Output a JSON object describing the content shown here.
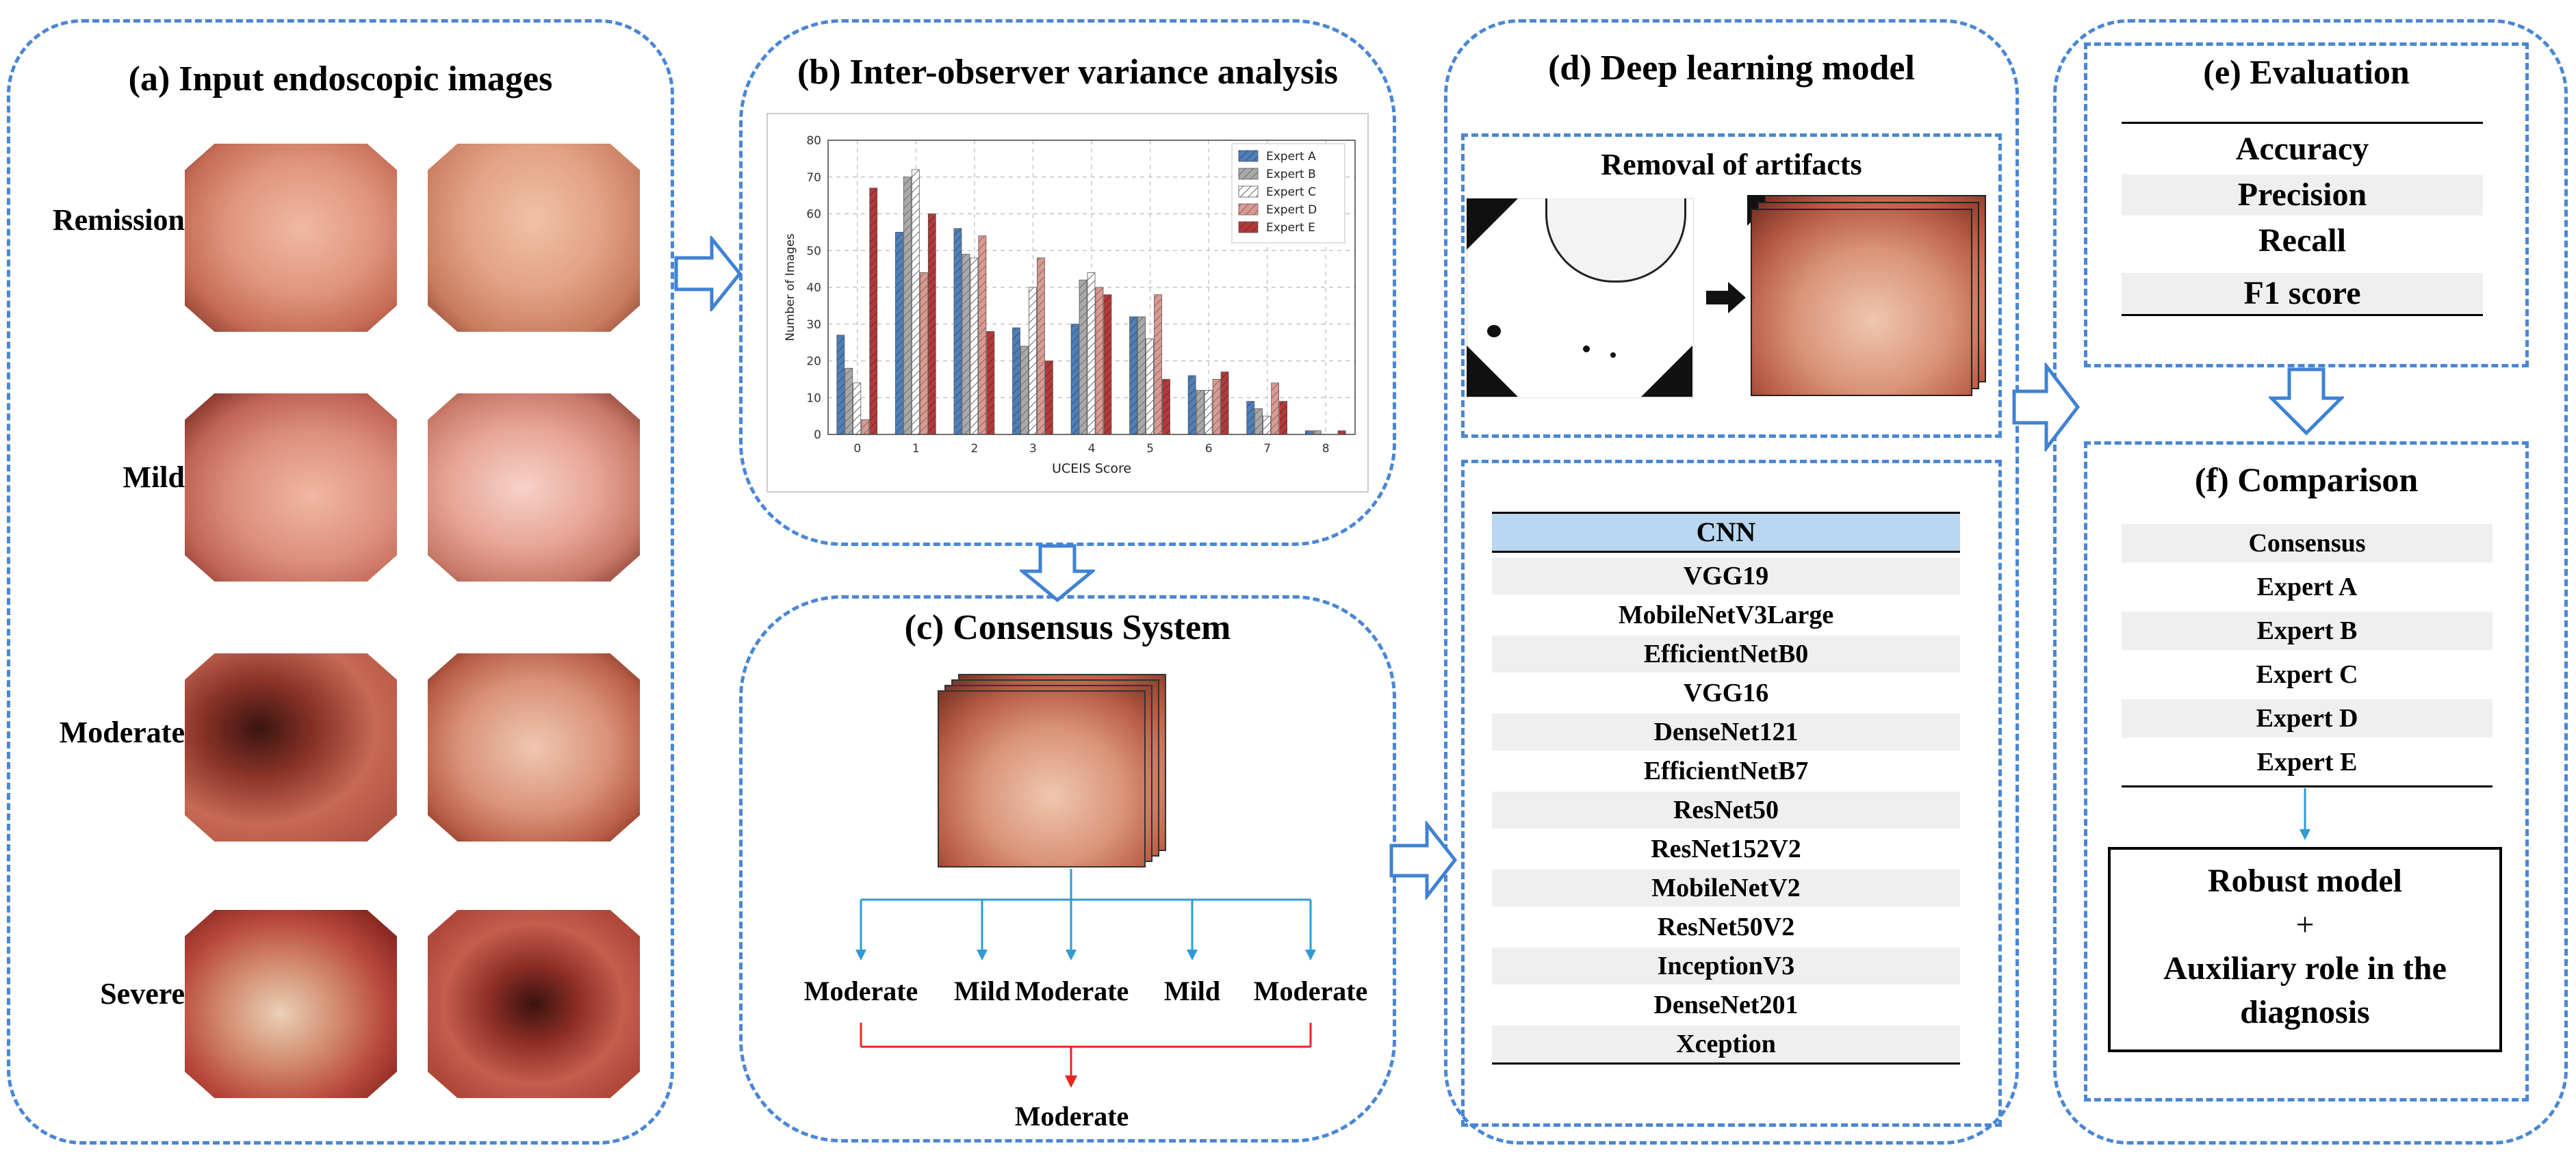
{
  "panels": {
    "a": {
      "title": "(a) Input endoscopic images",
      "rows": [
        "Remission",
        "Mild",
        "Moderate",
        "Severe"
      ]
    },
    "b": {
      "title": "(b) Inter-observer variance analysis"
    },
    "c": {
      "title": "(c) Consensus System",
      "votes": [
        "Moderate",
        "Mild",
        "Moderate",
        "Mild",
        "Moderate"
      ],
      "result": "Moderate",
      "vote_color": "#2e9bd6",
      "result_color": "#e8241e"
    },
    "d": {
      "title": "(d) Deep learning model",
      "artifacts_title": "Removal of artifacts",
      "table_header": "CNN",
      "table_header_color": "#b9d7f0",
      "models": [
        "VGG19",
        "MobileNetV3Large",
        "EfficientNetB0",
        "VGG16",
        "DenseNet121",
        "EfficientNetB7",
        "ResNet50",
        "ResNet152V2",
        "MobileNetV2",
        "ResNet50V2",
        "InceptionV3",
        "DenseNet201",
        "Xception"
      ]
    },
    "e": {
      "title": "(e) Evaluation",
      "metrics": [
        "Accuracy",
        "Precision",
        "Recall",
        "F1 score"
      ]
    },
    "f": {
      "title": "(f) Comparison",
      "items": [
        "Consensus",
        "Expert A",
        "Expert B",
        "Expert C",
        "Expert D",
        "Expert E"
      ],
      "box_line1": "Robust model",
      "box_line2": "+",
      "box_line3": "Auxiliary role in the",
      "box_line4": "diagnosis"
    }
  },
  "chart_data": {
    "type": "bar",
    "xlabel": "UCEIS Score",
    "ylabel": "Number of Images",
    "categories": [
      "0",
      "1",
      "2",
      "3",
      "4",
      "5",
      "6",
      "7",
      "8"
    ],
    "ylim": [
      0,
      80
    ],
    "yticks": [
      0,
      10,
      20,
      30,
      40,
      50,
      60,
      70,
      80
    ],
    "grid": true,
    "legend_position": "top-right",
    "series": [
      {
        "name": "Expert A",
        "color": "#4f7fb8",
        "values": [
          27,
          55,
          56,
          29,
          30,
          32,
          16,
          9,
          1
        ]
      },
      {
        "name": "Expert B",
        "color": "#a9a9a9",
        "values": [
          18,
          70,
          49,
          24,
          42,
          32,
          12,
          7,
          1
        ]
      },
      {
        "name": "Expert C",
        "color": "#ffffff",
        "values": [
          14,
          72,
          48,
          40,
          44,
          26,
          12,
          5,
          0
        ]
      },
      {
        "name": "Expert D",
        "color": "#d99a92",
        "values": [
          4,
          44,
          54,
          48,
          40,
          38,
          15,
          14,
          0
        ]
      },
      {
        "name": "Expert E",
        "color": "#b23a3a",
        "values": [
          67,
          60,
          28,
          20,
          38,
          15,
          17,
          9,
          1
        ]
      }
    ]
  }
}
